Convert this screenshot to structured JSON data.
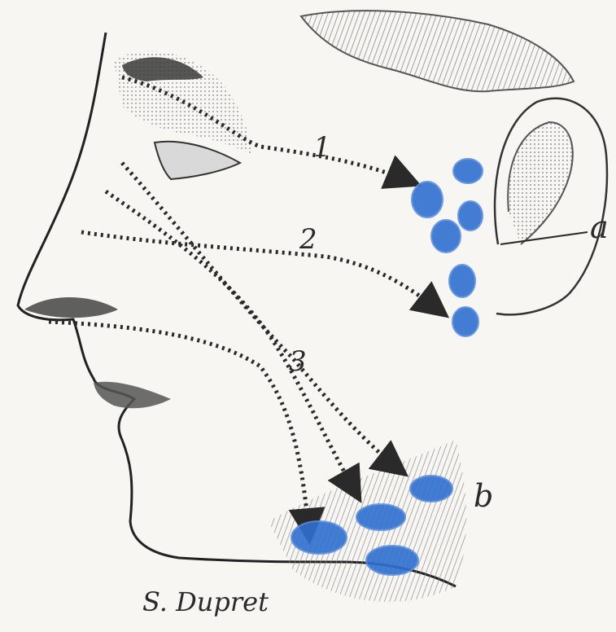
{
  "labels": {
    "path_1": "1",
    "path_2": "2",
    "path_3": "3",
    "parotid": "a",
    "submaxillary": "b"
  },
  "signature": "S. Dupret",
  "colors": {
    "ink": "#2a2a2a",
    "node_blue": "#2f6fd0",
    "node_edge": "#5b8fe0",
    "shading": "#7d7d7d",
    "paper": "#f7f6f2"
  }
}
